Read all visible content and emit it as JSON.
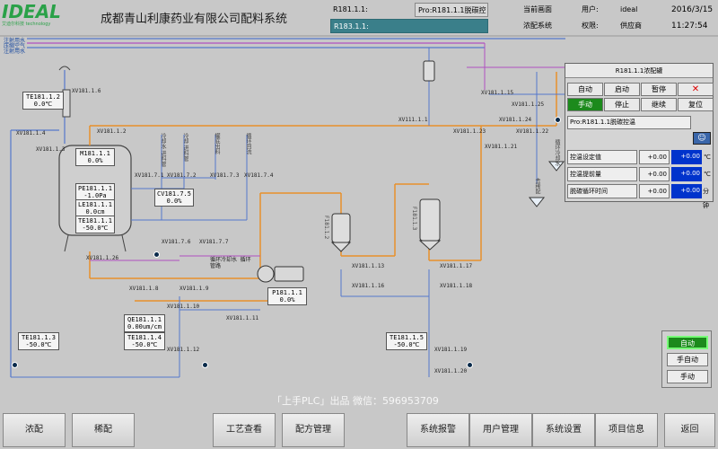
{
  "header": {
    "logo_text": "IDEAL",
    "logo_sub": "艾迪尔科技 technology",
    "company_title": "成都青山利康药业有限公司配料系统",
    "status_tag": "R181.1.1:",
    "status_value": "Pro:R181.1.1脱碳控温",
    "status_tag2": "R183.1.1:",
    "current_screen_label": "当前画面",
    "current_screen_value": "浓配系统",
    "user_label": "用户:",
    "user_value": "ideal",
    "perm_label": "权限:",
    "perm_value": "供应商",
    "date": "2016/3/15",
    "time": "11:27:54"
  },
  "legend": {
    "steam": "注射用水",
    "compressed": "压缩空气",
    "water": "注射用水"
  },
  "instruments": {
    "te1": {
      "name": "TE181.1.2",
      "value": "0.0℃"
    },
    "tank_level": {
      "name": "M181.1.1",
      "value": "0.0%"
    },
    "pressure": {
      "name": "PE181.1.1",
      "value": "-1.0Pa"
    },
    "level": {
      "name": "LE181.1.1",
      "value": "0.0cm"
    },
    "te2": {
      "name": "TE181.1.1",
      "value": "-50.0℃"
    },
    "cv": {
      "name": "CV181.7.5",
      "value": "0.0%"
    },
    "pump": {
      "name": "P181.1.1",
      "value": "0.0%"
    },
    "flow": {
      "name": "QE181.1.1",
      "value": "0.00um/cm"
    },
    "te4": {
      "name": "TE181.1.4",
      "value": "-50.0℃"
    },
    "te3": {
      "name": "TE181.1.3",
      "value": "-50.0℃"
    },
    "te5": {
      "name": "TE181.1.5",
      "value": "-50.0℃"
    }
  },
  "valve_labels": [
    "XV181.1.6",
    "XV181.1.4",
    "XV181.1.2",
    "XV181.7.1",
    "XV181.7.2",
    "XV181.7.3",
    "XV181.7.4",
    "XV181.7.6",
    "XV181.7.7",
    "XV181.1.26",
    "XV181.1.8",
    "XV181.1.9",
    "XV181.1.10",
    "XV181.1.11",
    "XV181.1.12",
    "XV181.1.13",
    "XV181.1.16",
    "XV181.1.17",
    "XV181.1.18",
    "XV181.1.19",
    "XV181.1.20",
    "XV111.1.1",
    "XV181.1.23",
    "XV181.1.21",
    "XV181.1.22",
    "XV181.1.24",
    "XV181.1.25",
    "XV181.1.15",
    "XV181.1.3"
  ],
  "filters": {
    "f1": "F181.1.2",
    "f2": "F181.1.3"
  },
  "pipe_notes": {
    "n1": "冷却水 进料管",
    "n2": "冷却 进料管",
    "n3": "罐底出料",
    "n4": "循环回流",
    "n5": "循环冷却水 循环管路",
    "n6": "循环冷却水",
    "n7": "去稀配"
  },
  "control_panel": {
    "title": "R181.1.1浓配罐",
    "buttons_row1": [
      "自动",
      "启动",
      "暂停",
      "✕"
    ],
    "buttons_row2": [
      "手动",
      "停止",
      "继续",
      "复位"
    ],
    "program": "Pro:R181.1.1脱碳控温",
    "rows": [
      {
        "label": "控温设定值",
        "value": "+0.00",
        "setpoint": "+0.00",
        "unit": "℃"
      },
      {
        "label": "控温提前量",
        "value": "+0.00",
        "setpoint": "+0.00",
        "unit": "℃"
      },
      {
        "label": "脱碳循环时间",
        "value": "+0.00",
        "setpoint": "+0.00",
        "unit": "分钟"
      }
    ]
  },
  "mode_panel": {
    "auto": "自动",
    "semi": "手自动",
    "manual": "手动"
  },
  "watermark": "「上手PLC」出品  微信：596953709",
  "footer": [
    "浓配",
    "稀配",
    "工艺查看",
    "配方管理",
    "系统报警",
    "用户管理",
    "系统设置",
    "项目信息",
    "返回"
  ],
  "colors": {
    "pipe_blue": "#5577cc",
    "pipe_orange": "#e8902a",
    "pipe_purple": "#b050c0",
    "active_green": "#1c8a1c",
    "setpoint_blue": "#0033cc"
  }
}
